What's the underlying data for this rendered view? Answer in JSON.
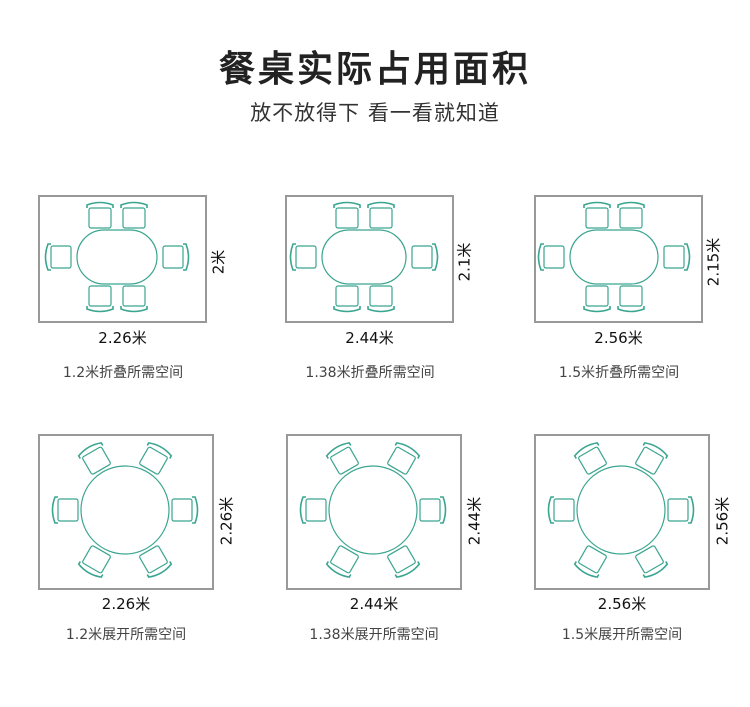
{
  "title": "餐桌实际占用面积",
  "subtitle": "放不放得下  看一看就知道",
  "colors": {
    "chair": "#3aa590",
    "room": "#999999",
    "text": "#222222"
  },
  "folding": [
    {
      "width": "2.26米",
      "depth": "2米",
      "caption": "1.2米折叠所需空间"
    },
    {
      "width": "2.44米",
      "depth": "2.1米",
      "caption": "1.38米折叠所需空间"
    },
    {
      "width": "2.56米",
      "depth": "2.15米",
      "caption": "1.5米折叠所需空间"
    }
  ],
  "unfolded": [
    {
      "width": "2.26米",
      "depth": "2.26米",
      "caption": "1.2米展开所需空间"
    },
    {
      "width": "2.44米",
      "depth": "2.44米",
      "caption": "1.38米展开所需空间"
    },
    {
      "width": "2.56米",
      "depth": "2.56米",
      "caption": "1.5米展开所需空间"
    }
  ]
}
